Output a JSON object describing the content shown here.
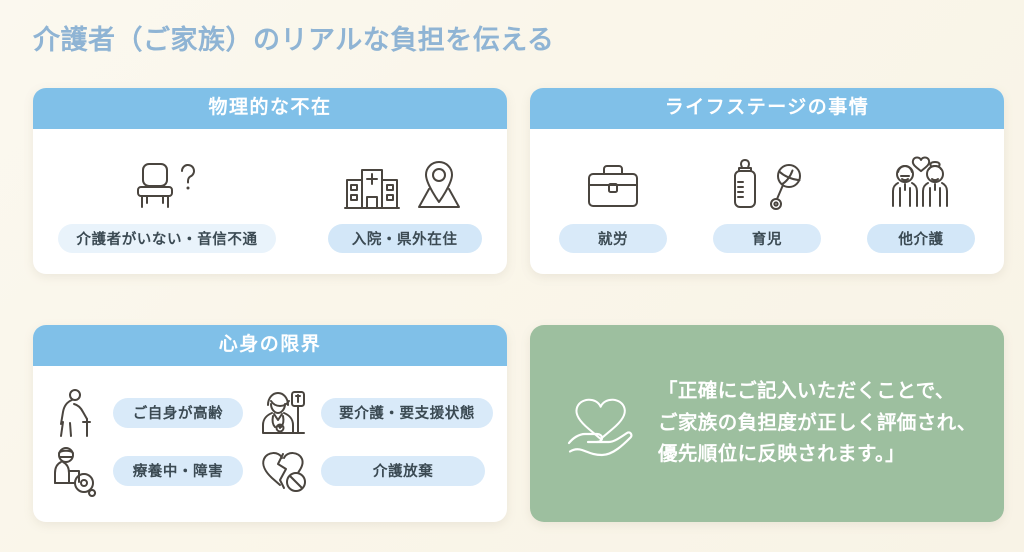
{
  "page": {
    "title": "介護者（ご家族）のリアルな負担を伝える",
    "title_color": "#8fb4d4",
    "background_color": "#faf6ea"
  },
  "cards": [
    {
      "id": "absence",
      "header": "物理的な不在",
      "header_color": "#80c0e8",
      "items": [
        {
          "label": "介護者がいない・音信不通",
          "pill_color": "#e9f3fb",
          "icons": [
            "empty-chair-icon",
            "question-mark-icon"
          ]
        },
        {
          "label": "入院・県外在住",
          "pill_color": "#d3e7f8",
          "icons": [
            "hospital-icon",
            "map-pin-icon"
          ]
        }
      ]
    },
    {
      "id": "lifestage",
      "header": "ライフステージの事情",
      "header_color": "#80c0e8",
      "items": [
        {
          "label": "就労",
          "pill_color": "#d9eaf9",
          "icons": [
            "briefcase-icon"
          ]
        },
        {
          "label": "育児",
          "pill_color": "#d9eaf9",
          "icons": [
            "baby-bottle-icon",
            "rattle-icon"
          ]
        },
        {
          "label": "他介護",
          "pill_color": "#d3e7f8",
          "icons": [
            "elderly-couple-heart-icon"
          ]
        }
      ]
    },
    {
      "id": "limits",
      "header": "心身の限界",
      "header_color": "#80c0e8",
      "items": [
        {
          "label": "ご自身が高齢",
          "pill_color": "#d9eaf9",
          "icons": [
            "elderly-with-cane-icon"
          ]
        },
        {
          "label": "要介護・要支援状態",
          "pill_color": "#d9eaf9",
          "icons": [
            "nurse-iv-drip-icon"
          ]
        },
        {
          "label": "療養中・障害",
          "pill_color": "#d9eaf9",
          "icons": [
            "wheelchair-patient-icon"
          ]
        },
        {
          "label": "介護放棄",
          "pill_color": "#d9eaf9",
          "icons": [
            "broken-heart-prohibited-icon"
          ]
        }
      ]
    }
  ],
  "quote": {
    "panel_color": "#9dbf9f",
    "icon": "heart-in-hand-icon",
    "lines": [
      "「正確にご記入いただくことで、",
      "ご家族の負担度が正しく評価され、",
      "優先順位に反映されます。」"
    ]
  }
}
